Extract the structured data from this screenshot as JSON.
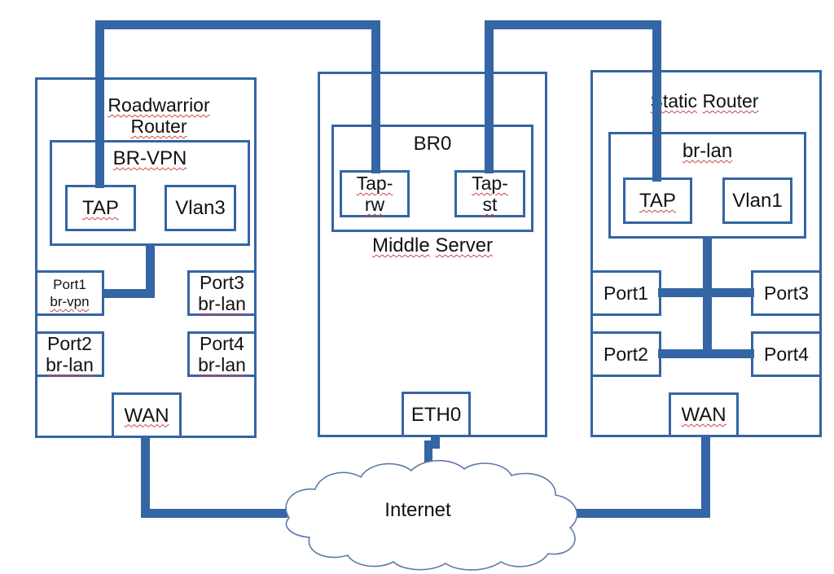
{
  "colors": {
    "accent_blue": "#3465a4",
    "squiggle_red": "#cc4444",
    "cloud_outline": "#5b79a8"
  },
  "roadwarrior": {
    "title_line1": "Roadwarrior",
    "title_line2": "Router",
    "bridge": "BR-VPN",
    "tap": "TAP",
    "vlan": "Vlan3",
    "port1_name": "Port1",
    "port1_bridge": "br-vpn",
    "port2_name": "Port2",
    "port2_bridge": "br-lan",
    "port3_name": "Port3",
    "port3_bridge": "br-lan",
    "port4_name": "Port4",
    "port4_bridge": "br-lan",
    "wan": "WAN"
  },
  "middle_server": {
    "bridge": "BR0",
    "tap_rw_line1": "Tap-",
    "tap_rw_line2": "rw",
    "tap_st_line1": "Tap-",
    "tap_st_line2": "st",
    "name_word1": "Middle",
    "name_word2": "Server",
    "eth": "ETH0"
  },
  "static_router": {
    "title_word1": "Static",
    "title_word2": "Router",
    "bridge": "br-lan",
    "tap": "TAP",
    "vlan": "Vlan1",
    "port1": "Port1",
    "port2": "Port2",
    "port3": "Port3",
    "port4": "Port4",
    "wan": "WAN"
  },
  "internet": {
    "label": "Internet"
  }
}
